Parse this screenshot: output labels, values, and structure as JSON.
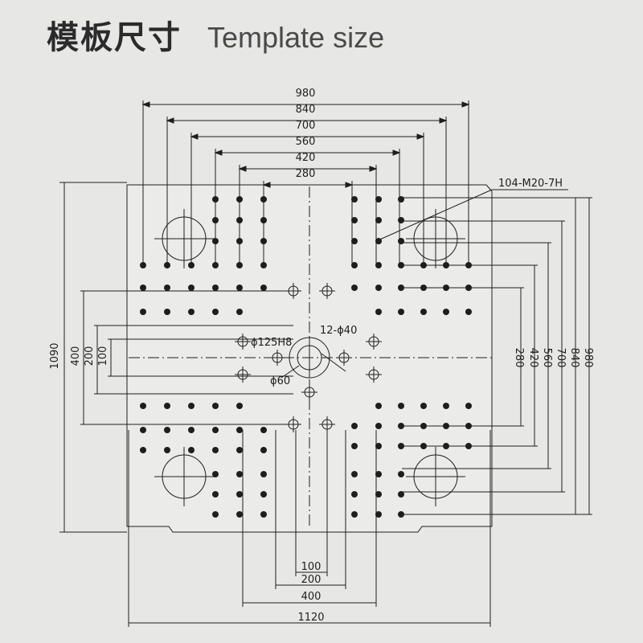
{
  "header": {
    "title_cn": "模板尺寸",
    "title_en": "Template size"
  },
  "colors": {
    "line": "#1e1e1e",
    "plate": "#ebece9",
    "background": "#e7e8e6"
  },
  "diagram": {
    "top_dims": [
      "980",
      "840",
      "700",
      "560",
      "420",
      "280"
    ],
    "right_dims": [
      "280",
      "420",
      "560",
      "700",
      "840",
      "980"
    ],
    "left_dims": [
      "1090",
      "400",
      "200",
      "100"
    ],
    "bottom_dims": [
      "100",
      "200",
      "400",
      "1120"
    ],
    "labels": {
      "thread": "104-M20-7H",
      "locating": "ϕ125H8",
      "bolt": "12-ϕ40",
      "nozzle": "ϕ60"
    }
  }
}
